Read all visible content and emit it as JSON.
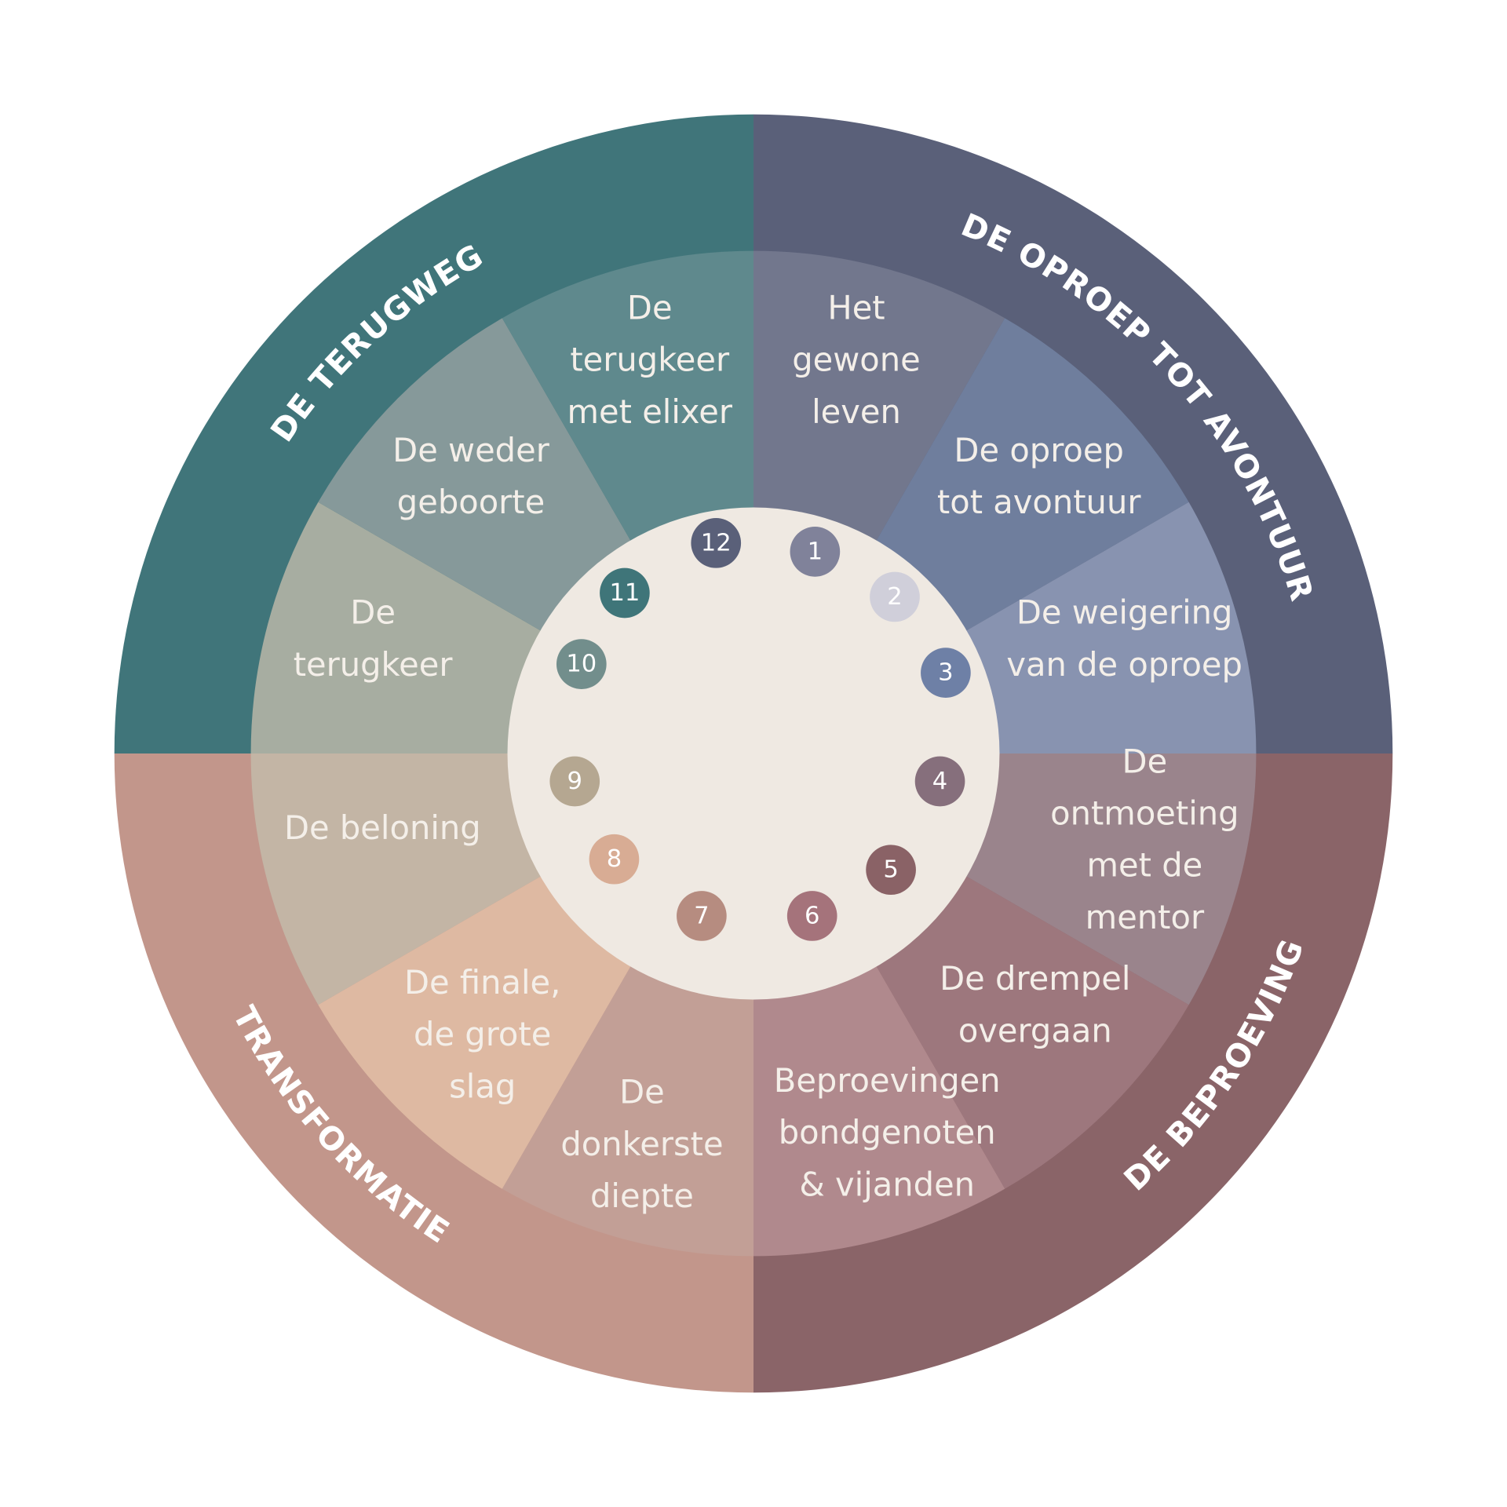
{
  "phases": [
    {
      "label": "DE OPROEP TOT AVONTUUR",
      "color": "#5a6079"
    },
    {
      "label": "DE BEPROEVING",
      "color": "#8a6468"
    },
    {
      "label": "TRANSFORMATIE",
      "color": "#c2968b"
    },
    {
      "label": "DE TERUGWEG",
      "color": "#40757a"
    }
  ],
  "center_color": "#efe9e2",
  "steps": [
    {
      "number": "1",
      "lines": [
        "Het",
        "gewone",
        "leven"
      ],
      "color": "#72778d",
      "badge_color": "#80829a"
    },
    {
      "number": "2",
      "lines": [
        "De oproep",
        "tot avontuur"
      ],
      "color": "#6f7e9d",
      "badge_color": "#d0cfda"
    },
    {
      "number": "3",
      "lines": [
        "De weigering",
        "van de oproep"
      ],
      "color": "#8893b0",
      "badge_color": "#6e80a6"
    },
    {
      "number": "4",
      "lines": [
        "De",
        "ontmoeting",
        "met de",
        "mentor"
      ],
      "color": "#9a848c",
      "badge_color": "#866f7c"
    },
    {
      "number": "5",
      "lines": [
        "De drempel",
        "overgaan"
      ],
      "color": "#9d777d",
      "badge_color": "#8a6266"
    },
    {
      "number": "6",
      "lines": [
        "Beproevingen",
        "bondgenoten",
        "& vijanden"
      ],
      "color": "#b0898d",
      "badge_color": "#a5737b"
    },
    {
      "number": "7",
      "lines": [
        "De",
        "donkerste",
        "diepte"
      ],
      "color": "#c29f96",
      "badge_color": "#b68c80"
    },
    {
      "number": "8",
      "lines": [
        "De finale,",
        "de grote",
        "slag"
      ],
      "color": "#deb9a2",
      "badge_color": "#d8ac94"
    },
    {
      "number": "9",
      "lines": [
        "De beloning"
      ],
      "color": "#c3b5a5",
      "badge_color": "#b5a791"
    },
    {
      "number": "10",
      "lines": [
        "De",
        "terugkeer"
      ],
      "color": "#a7ada1",
      "badge_color": "#728e8c"
    },
    {
      "number": "11",
      "lines": [
        "De weder",
        "geboorte"
      ],
      "color": "#86999a",
      "badge_color": "#3f7579"
    },
    {
      "number": "12",
      "lines": [
        "De",
        "terugkeer",
        "met elixer"
      ],
      "color": "#5f898d",
      "badge_color": "#5a6079"
    }
  ]
}
